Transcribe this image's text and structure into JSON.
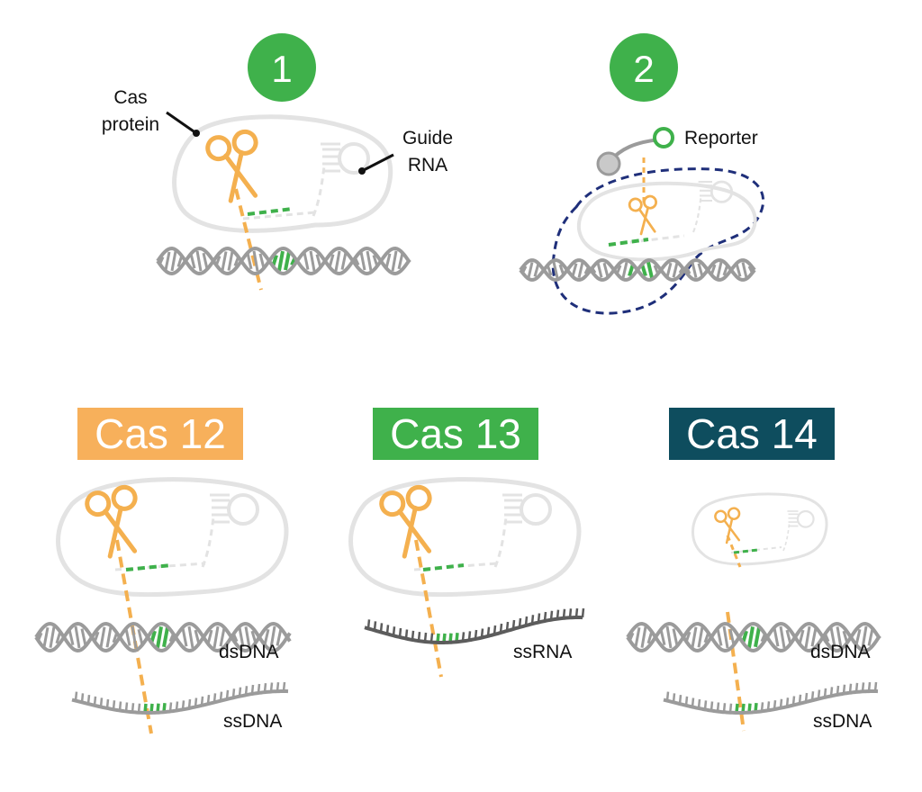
{
  "steps": [
    "1",
    "2"
  ],
  "labels": {
    "cas_protein_line1": "Cas",
    "cas_protein_line2": "protein",
    "guide_rna_line1": "Guide",
    "guide_rna_line2": "RNA",
    "reporter": "Reporter"
  },
  "variants": [
    {
      "name": "Cas 12",
      "color": "#f7b05b",
      "targets": [
        "dsDNA",
        "ssDNA"
      ]
    },
    {
      "name": "Cas 13",
      "color": "#3fb14b",
      "targets": [
        "ssRNA"
      ]
    },
    {
      "name": "Cas 14",
      "color": "#0e4d5e",
      "targets": [
        "dsDNA",
        "ssDNA"
      ]
    }
  ],
  "colors": {
    "step_badge": "#3fb14b",
    "scissors": "#f4b04f",
    "target_match": "#3fb14b",
    "helix": "#9b9b9b",
    "ssrna": "#5c5c5c",
    "protein_outline": "#e3e3e3",
    "dashed_outline": "#1f2f7a"
  }
}
